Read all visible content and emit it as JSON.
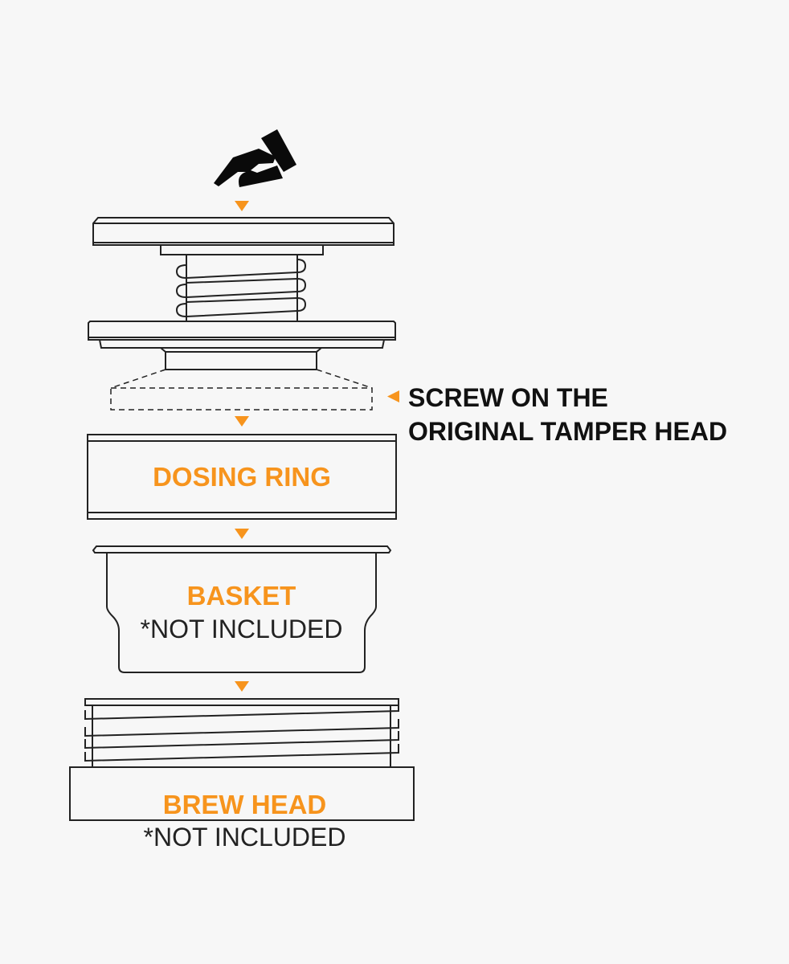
{
  "colors": {
    "accent": "#f7941d",
    "line": "#222222",
    "background": "#f7f7f7"
  },
  "icons": {
    "hand": "hand-press-icon",
    "arrow": "triangle-arrow-icon"
  },
  "callout": {
    "line1": "SCREW ON THE",
    "line2": "ORIGINAL TAMPER HEAD"
  },
  "dosing_ring": {
    "label": "DOSING RING"
  },
  "basket": {
    "label": "BASKET",
    "note": "*NOT INCLUDED"
  },
  "brew_head": {
    "label": "BREW HEAD",
    "note": "*NOT INCLUDED"
  }
}
